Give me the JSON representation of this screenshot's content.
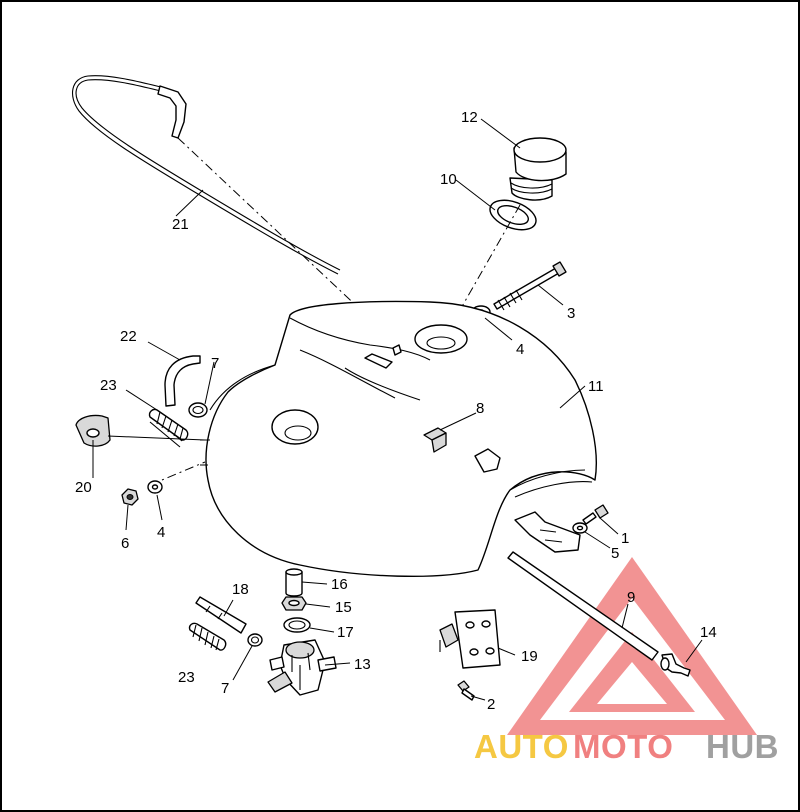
{
  "callouts": {
    "c1": "1",
    "c2": "2",
    "c3": "3",
    "c4a": "4",
    "c4b": "4",
    "c5": "5",
    "c6": "6",
    "c7a": "7",
    "c7b": "7",
    "c8": "8",
    "c9": "9",
    "c10": "10",
    "c11": "11",
    "c12": "12",
    "c13": "13",
    "c14": "14",
    "c15": "15",
    "c16": "16",
    "c17": "17",
    "c18": "18",
    "c19": "19",
    "c20": "20",
    "c21": "21",
    "c22": "22",
    "c23a": "23",
    "c23b": "23"
  },
  "watermark": {
    "part1": "AUTO",
    "part2": "MOTO",
    "part3": "HUB",
    "color_auto": "#f5c842",
    "color_moto": "#f08080",
    "color_hub": "#a0a0a0",
    "logo_color": "#f08080"
  }
}
